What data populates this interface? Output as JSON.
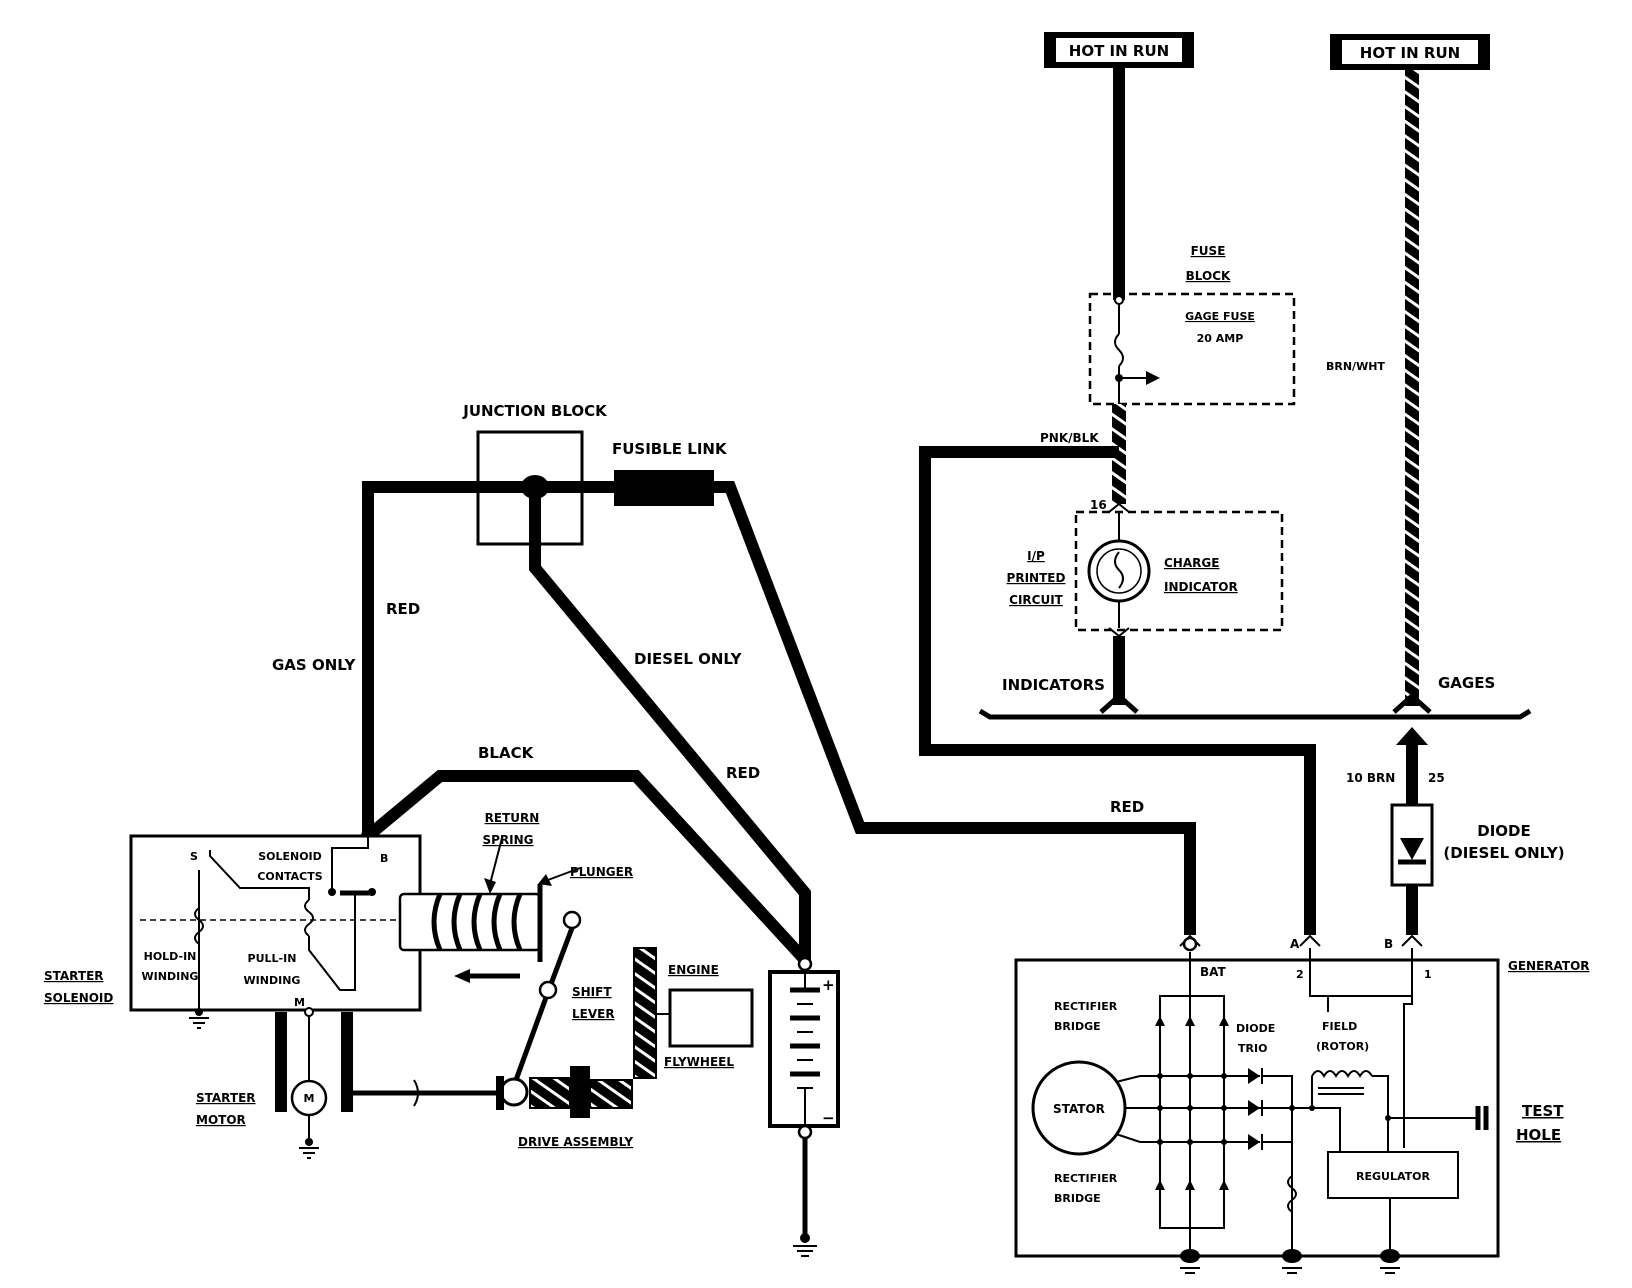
{
  "labels": {
    "hot_in_run_left": "HOT IN RUN",
    "hot_in_run_right": "HOT IN RUN",
    "fuse_block_1": "FUSE",
    "fuse_block_2": "BLOCK",
    "gage_fuse": "GAGE FUSE",
    "gage_fuse_amp": "20 AMP",
    "brn_wht": "BRN/WHT",
    "pnk_blk": "PNK/BLK",
    "pin_16": "16",
    "ip_1": "I/P",
    "ip_2": "PRINTED",
    "ip_3": "CIRCUIT",
    "charge_1": "CHARGE",
    "charge_2": "INDICATOR",
    "indicators": "INDICATORS",
    "gages": "GAGES",
    "junction_block": "JUNCTION BLOCK",
    "fusible_link": "FUSIBLE LINK",
    "red_1": "RED",
    "gas_only": "GAS ONLY",
    "diesel_only": "DIESEL ONLY",
    "black": "BLACK",
    "red_2": "RED",
    "red_3": "RED",
    "ten_brn": "10 BRN",
    "pin_25": "25",
    "diode_1": "DIODE",
    "diode_2": "(DIESEL ONLY)",
    "term_a": "A",
    "term_b": "B",
    "term_2": "2",
    "term_1": "1",
    "bat": "BAT",
    "generator": "GENERATOR",
    "rect_bridge_top_1": "RECTIFIER",
    "rect_bridge_top_2": "BRIDGE",
    "rect_bridge_bot_1": "RECTIFIER",
    "rect_bridge_bot_2": "BRIDGE",
    "diode_trio_1": "DIODE",
    "diode_trio_2": "TRIO",
    "field_1": "FIELD",
    "field_2": "(ROTOR)",
    "stator": "STATOR",
    "regulator": "REGULATOR",
    "test_1": "TEST",
    "test_2": "HOLE",
    "return_1": "RETURN",
    "return_2": "SPRING",
    "plunger": "PLUNGER",
    "solenoid_contacts_1": "SOLENOID",
    "solenoid_contacts_2": "CONTACTS",
    "term_s": "S",
    "term_b_sol": "B",
    "term_m": "M",
    "hold_in_1": "HOLD-IN",
    "hold_in_2": "WINDING",
    "pull_in_1": "PULL-IN",
    "pull_in_2": "WINDING",
    "starter_solenoid_1": "STARTER",
    "starter_solenoid_2": "SOLENOID",
    "engine": "ENGINE",
    "shift_1": "SHIFT",
    "shift_2": "LEVER",
    "flywheel": "FLYWHEEL",
    "starter_motor_1": "STARTER",
    "starter_motor_2": "MOTOR",
    "motor_m": "M",
    "drive_assembly": "DRIVE ASSEMBLY",
    "batt_plus": "+",
    "batt_minus": "−"
  }
}
